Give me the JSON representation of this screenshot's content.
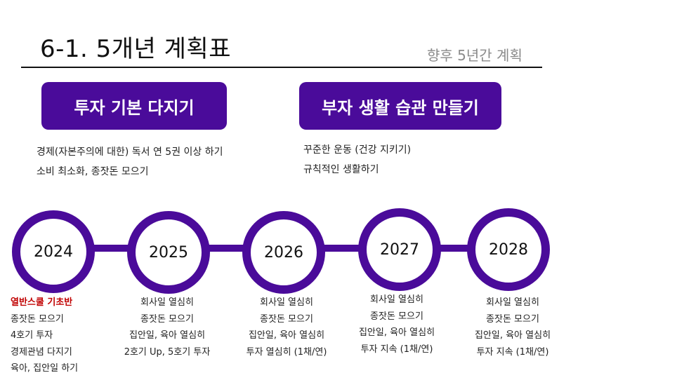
{
  "header": {
    "title": "6-1. 5개년 계획표",
    "subtitle": "향후 5년간 계획"
  },
  "goals": [
    {
      "label": "투자 기본 다지기",
      "items": [
        "경제(자본주의에 대한) 독서 연 5권 이상 하기",
        "소비 최소화, 종잣돈 모으기"
      ]
    },
    {
      "label": "부자 생활 습관 만들기",
      "items": [
        "꾸준한 운동 (건강 지키기)",
        "규칙적인 생활하기"
      ]
    }
  ],
  "timeline": [
    {
      "year": "2024",
      "plans": [
        "열반스쿨 기초반",
        "종잣돈 모으기",
        "4호기 투자",
        "경제관념 다지기",
        "육아, 집안일 하기"
      ]
    },
    {
      "year": "2025",
      "plans": [
        "회사일 열심히",
        "종잣돈 모으기",
        "집안일, 육아 열심히",
        "2호기 Up, 5호기 투자"
      ]
    },
    {
      "year": "2026",
      "plans": [
        "회사일 열심히",
        "종잣돈 모으기",
        "집안일, 육아 열심히",
        "투자 열심히 (1채/연)"
      ]
    },
    {
      "year": "2027",
      "plans": [
        "회사일 열심히",
        "종잣돈 모으기",
        "집안일, 육아 열심히",
        "투자 지속 (1채/연)"
      ]
    },
    {
      "year": "2028",
      "plans": [
        "회사일 열심히",
        "종잣돈 모으기",
        "집안일, 육아 열심히",
        "투자 지속 (1채/연)"
      ]
    }
  ],
  "colors": {
    "accent": "#4a0b9a",
    "highlight": "#c00000"
  }
}
